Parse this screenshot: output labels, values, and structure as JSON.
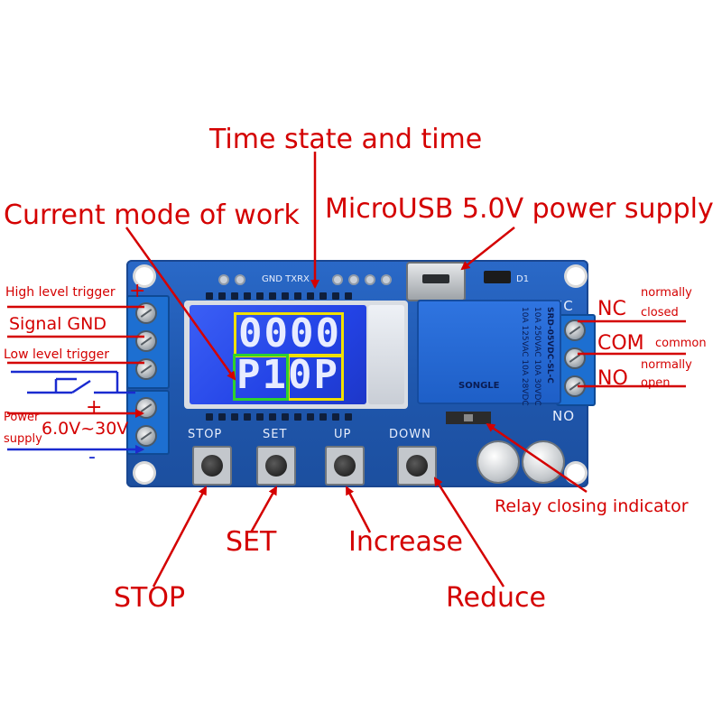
{
  "labels": {
    "time_state": "Time state and time",
    "current_mode": "Current mode of work",
    "microusb": "MicroUSB 5.0V power supply",
    "high_level_trigger": "High level trigger",
    "signal_gnd": "Signal GND",
    "low_level_trigger": "Low level trigger",
    "power": "Power",
    "supply": "supply",
    "voltage_range": "6.0V~30V",
    "plus": "+",
    "minus": "-",
    "nc": "NC",
    "nc_desc_1": "normally",
    "nc_desc_2": "closed",
    "com": "COM",
    "com_desc": "common",
    "no": "NO",
    "no_desc_1": "normally",
    "no_desc_2": "open",
    "relay_indicator": "Relay closing indicator",
    "set": "SET",
    "increase": "Increase",
    "stop": "STOP",
    "reduce": "Reduce"
  },
  "board": {
    "silk_header": "GND TXRX",
    "silk_d1": "D1",
    "silk_nc": "NC",
    "silk_no": "NO",
    "button_stop": "STOP",
    "button_set": "SET",
    "button_up": "UP",
    "button_down": "DOWN",
    "relay_line_1": "SRD-05VDC-SL-C",
    "relay_line_2": "10A 250VAC  10A 30VDC",
    "relay_line_3": "10A 125VAC  10A 28VDC",
    "relay_brand": "SONGLE",
    "lcd_top": "0000",
    "lcd_bottom": "P10P"
  },
  "colors": {
    "annotation": "#d40000",
    "annotation_blue": "#1a2bd0",
    "pcb": "#2160b8",
    "lcd": "#2a4ae8",
    "highlight_time": "#f0e000",
    "highlight_mode": "#2ed12e"
  },
  "icons": {
    "screw_terminal": "screw-terminal-icon",
    "switch": "switch-symbol-icon",
    "arrow": "arrow-icon"
  }
}
